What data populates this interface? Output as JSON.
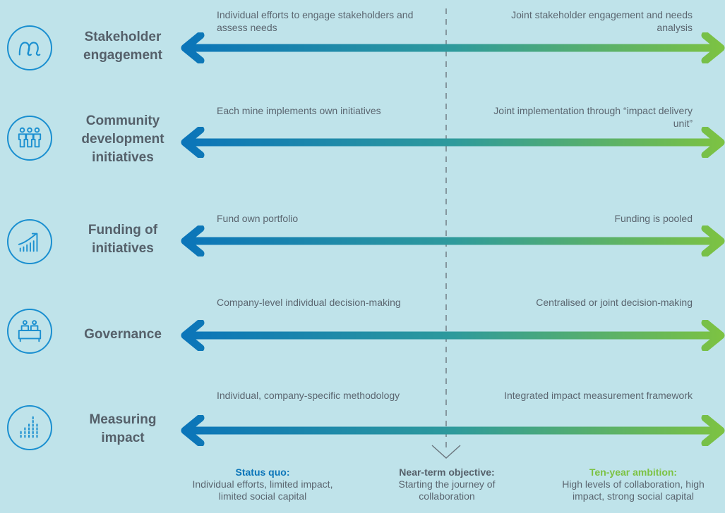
{
  "rows": [
    {
      "title": "Stakeholder engagement",
      "icon": "people-icon",
      "left": "Individual efforts to engage stakeholders and assess needs",
      "right": "Joint stakeholder engagement and needs analysis"
    },
    {
      "title": "Community development initiatives",
      "icon": "community-icon",
      "left": "Each mine implements own initiatives",
      "right": "Joint implementation through “impact delivery unit”"
    },
    {
      "title": "Funding of initiatives",
      "icon": "growth-chart-icon",
      "left": "Fund own portfolio",
      "right": "Funding is pooled"
    },
    {
      "title": "Governance",
      "icon": "meeting-table-icon",
      "left": "Company-level individual decision-making",
      "right": "Centralised or joint decision-making"
    },
    {
      "title": "Measuring impact",
      "icon": "measurement-bars-icon",
      "left": "Individual, company-specific methodology",
      "right": "Integrated impact measurement framework"
    }
  ],
  "footer": {
    "status_quo": {
      "heading": "Status quo:",
      "text": "Individual efforts, limited impact, limited social capital"
    },
    "near_term": {
      "heading": "Near-term objective:",
      "text": "Starting the journey of collaboration"
    },
    "ten_year": {
      "heading": "Ten-year ambition:",
      "text": "High levels of collaboration, high impact, strong social capital"
    }
  },
  "colors": {
    "background": "#bfe3ea",
    "blue": "#0b75b9",
    "teal": "#2e9a9c",
    "green": "#7cc243",
    "icon_blue": "#1a8fd0",
    "text": "#5b6670",
    "title": "#55606a"
  }
}
